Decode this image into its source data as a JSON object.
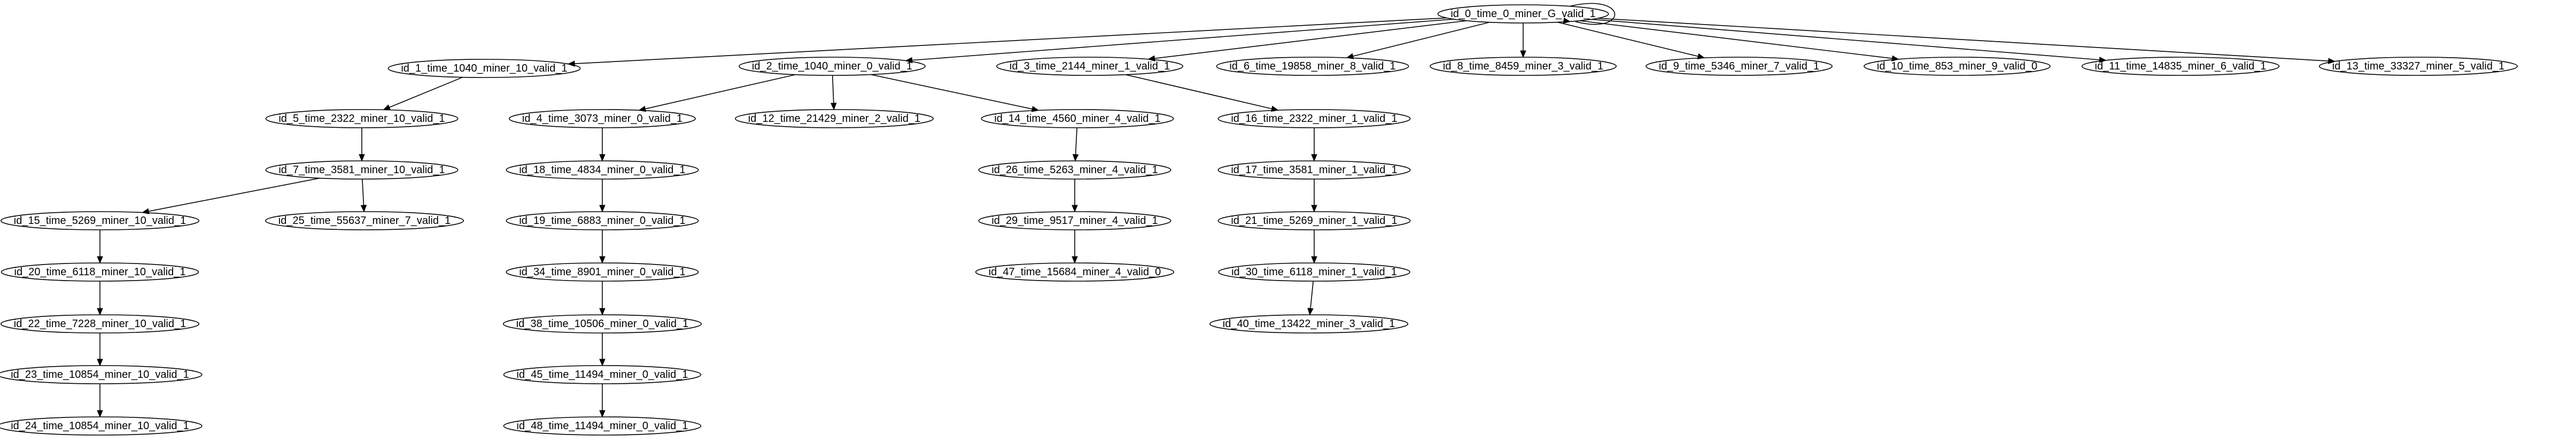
{
  "graph": {
    "nodes": [
      {
        "id": "n0",
        "label": "id_0_time_0_miner_G_valid_1"
      },
      {
        "id": "n1",
        "label": "id_1_time_1040_miner_10_valid_1"
      },
      {
        "id": "n2",
        "label": "id_2_time_1040_miner_0_valid_1"
      },
      {
        "id": "n3",
        "label": "id_3_time_2144_miner_1_valid_1"
      },
      {
        "id": "n6",
        "label": "id_6_time_19858_miner_8_valid_1"
      },
      {
        "id": "n8",
        "label": "id_8_time_8459_miner_3_valid_1"
      },
      {
        "id": "n9",
        "label": "id_9_time_5346_miner_7_valid_1"
      },
      {
        "id": "n10",
        "label": "id_10_time_853_miner_9_valid_0"
      },
      {
        "id": "n11",
        "label": "id_11_time_14835_miner_6_valid_1"
      },
      {
        "id": "n13",
        "label": "id_13_time_33327_miner_5_valid_1"
      },
      {
        "id": "n5",
        "label": "id_5_time_2322_miner_10_valid_1"
      },
      {
        "id": "n4",
        "label": "id_4_time_3073_miner_0_valid_1"
      },
      {
        "id": "n12",
        "label": "id_12_time_21429_miner_2_valid_1"
      },
      {
        "id": "n14",
        "label": "id_14_time_4560_miner_4_valid_1"
      },
      {
        "id": "n16",
        "label": "id_16_time_2322_miner_1_valid_1"
      },
      {
        "id": "n7",
        "label": "id_7_time_3581_miner_10_valid_1"
      },
      {
        "id": "n18",
        "label": "id_18_time_4834_miner_0_valid_1"
      },
      {
        "id": "n26",
        "label": "id_26_time_5263_miner_4_valid_1"
      },
      {
        "id": "n17",
        "label": "id_17_time_3581_miner_1_valid_1"
      },
      {
        "id": "n15",
        "label": "id_15_time_5269_miner_10_valid_1"
      },
      {
        "id": "n25",
        "label": "id_25_time_55637_miner_7_valid_1"
      },
      {
        "id": "n19",
        "label": "id_19_time_6883_miner_0_valid_1"
      },
      {
        "id": "n29",
        "label": "id_29_time_9517_miner_4_valid_1"
      },
      {
        "id": "n21",
        "label": "id_21_time_5269_miner_1_valid_1"
      },
      {
        "id": "n20",
        "label": "id_20_time_6118_miner_10_valid_1"
      },
      {
        "id": "n34",
        "label": "id_34_time_8901_miner_0_valid_1"
      },
      {
        "id": "n47",
        "label": "id_47_time_15684_miner_4_valid_0"
      },
      {
        "id": "n30",
        "label": "id_30_time_6118_miner_1_valid_1"
      },
      {
        "id": "n22",
        "label": "id_22_time_7228_miner_10_valid_1"
      },
      {
        "id": "n38",
        "label": "id_38_time_10506_miner_0_valid_1"
      },
      {
        "id": "n40",
        "label": "id_40_time_13422_miner_3_valid_1"
      },
      {
        "id": "n23",
        "label": "id_23_time_10854_miner_10_valid_1"
      },
      {
        "id": "n45",
        "label": "id_45_time_11494_miner_0_valid_1"
      },
      {
        "id": "n24",
        "label": "id_24_time_10854_miner_10_valid_1"
      },
      {
        "id": "n48",
        "label": "id_48_time_11494_miner_0_valid_1"
      }
    ],
    "edges": [
      {
        "from": "n0",
        "to": "n0"
      },
      {
        "from": "n0",
        "to": "n1"
      },
      {
        "from": "n0",
        "to": "n2"
      },
      {
        "from": "n0",
        "to": "n3"
      },
      {
        "from": "n0",
        "to": "n6"
      },
      {
        "from": "n0",
        "to": "n8"
      },
      {
        "from": "n0",
        "to": "n9"
      },
      {
        "from": "n0",
        "to": "n10"
      },
      {
        "from": "n0",
        "to": "n11"
      },
      {
        "from": "n0",
        "to": "n13"
      },
      {
        "from": "n1",
        "to": "n5"
      },
      {
        "from": "n2",
        "to": "n4"
      },
      {
        "from": "n2",
        "to": "n12"
      },
      {
        "from": "n2",
        "to": "n14"
      },
      {
        "from": "n3",
        "to": "n16"
      },
      {
        "from": "n5",
        "to": "n7"
      },
      {
        "from": "n7",
        "to": "n15"
      },
      {
        "from": "n7",
        "to": "n25"
      },
      {
        "from": "n15",
        "to": "n20"
      },
      {
        "from": "n20",
        "to": "n22"
      },
      {
        "from": "n22",
        "to": "n23"
      },
      {
        "from": "n23",
        "to": "n24"
      },
      {
        "from": "n4",
        "to": "n18"
      },
      {
        "from": "n18",
        "to": "n19"
      },
      {
        "from": "n19",
        "to": "n34"
      },
      {
        "from": "n34",
        "to": "n38"
      },
      {
        "from": "n38",
        "to": "n45"
      },
      {
        "from": "n45",
        "to": "n48"
      },
      {
        "from": "n14",
        "to": "n26"
      },
      {
        "from": "n26",
        "to": "n29"
      },
      {
        "from": "n29",
        "to": "n47"
      },
      {
        "from": "n16",
        "to": "n17"
      },
      {
        "from": "n17",
        "to": "n21"
      },
      {
        "from": "n21",
        "to": "n30"
      },
      {
        "from": "n30",
        "to": "n40"
      }
    ]
  }
}
